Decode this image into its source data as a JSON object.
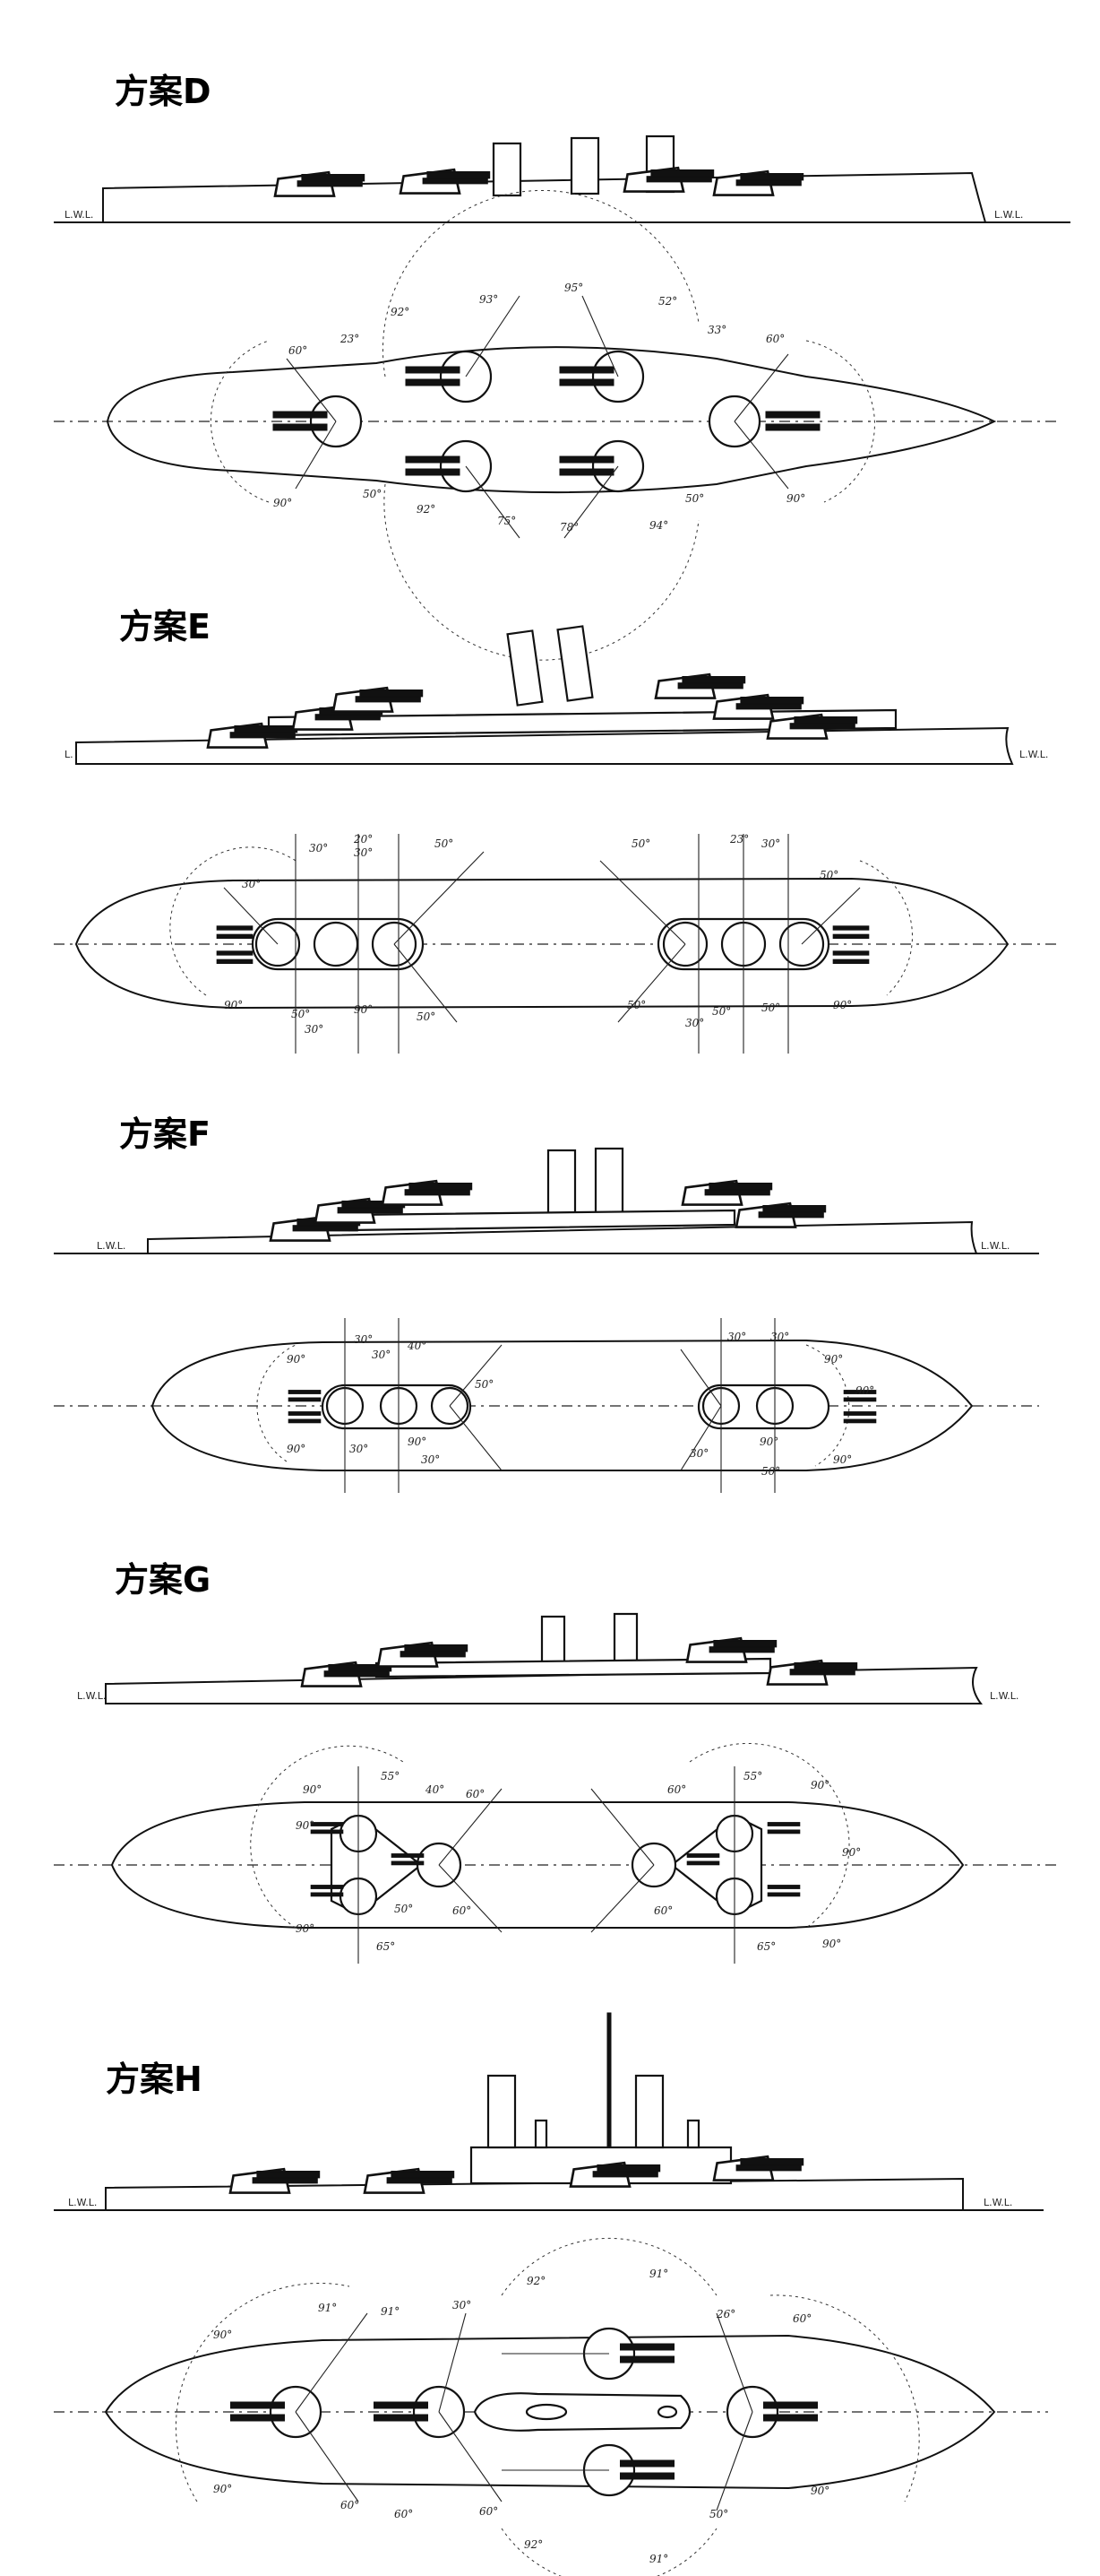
{
  "schemes": [
    {
      "title": "方案D",
      "wl_left": "L.W.L.",
      "wl_right": "L.W.L.",
      "angles": [
        "60°",
        "23°",
        "92°",
        "93°",
        "95°",
        "52°",
        "33°",
        "60°",
        "90°",
        "50°",
        "92°",
        "75°",
        "78°",
        "94°",
        "50°",
        "90°"
      ]
    },
    {
      "title": "方案E",
      "wl_left": "L.",
      "wl_right": "L.W.L.",
      "angles": [
        "30°",
        "20°",
        "30°",
        "50°",
        "30°",
        "50°",
        "23°",
        "30°",
        "50°",
        "90°",
        "50°",
        "30°",
        "90°",
        "50°",
        "50°",
        "30°",
        "50°",
        "50°",
        "90°"
      ]
    },
    {
      "title": "方案F",
      "wl_left": "L.W.L.",
      "wl_right": "L.W.L.",
      "angles": [
        "30°",
        "40°",
        "30°",
        "90°",
        "90°",
        "90°",
        "50°",
        "30°",
        "30°",
        "90°",
        "30°",
        "90°",
        "30°",
        "90°",
        "30°",
        "50°",
        "90°"
      ]
    },
    {
      "title": "方案G",
      "wl_left": "L.W.L.",
      "wl_right": "L.W.L.",
      "angles": [
        "90°",
        "55°",
        "60°",
        "40°",
        "90°",
        "50°",
        "90°",
        "65°",
        "60°",
        "60°",
        "55°",
        "90°",
        "90°",
        "60°",
        "65°",
        "90°"
      ]
    },
    {
      "title": "方案H",
      "wl_left": "L.W.L.",
      "wl_right": "L.W.L.",
      "angles": [
        "91°",
        "91°",
        "30°",
        "92°",
        "91°",
        "26°",
        "60°",
        "90°",
        "90°",
        "60°",
        "60°",
        "60°",
        "92°",
        "91°",
        "50°",
        "90°"
      ]
    }
  ]
}
